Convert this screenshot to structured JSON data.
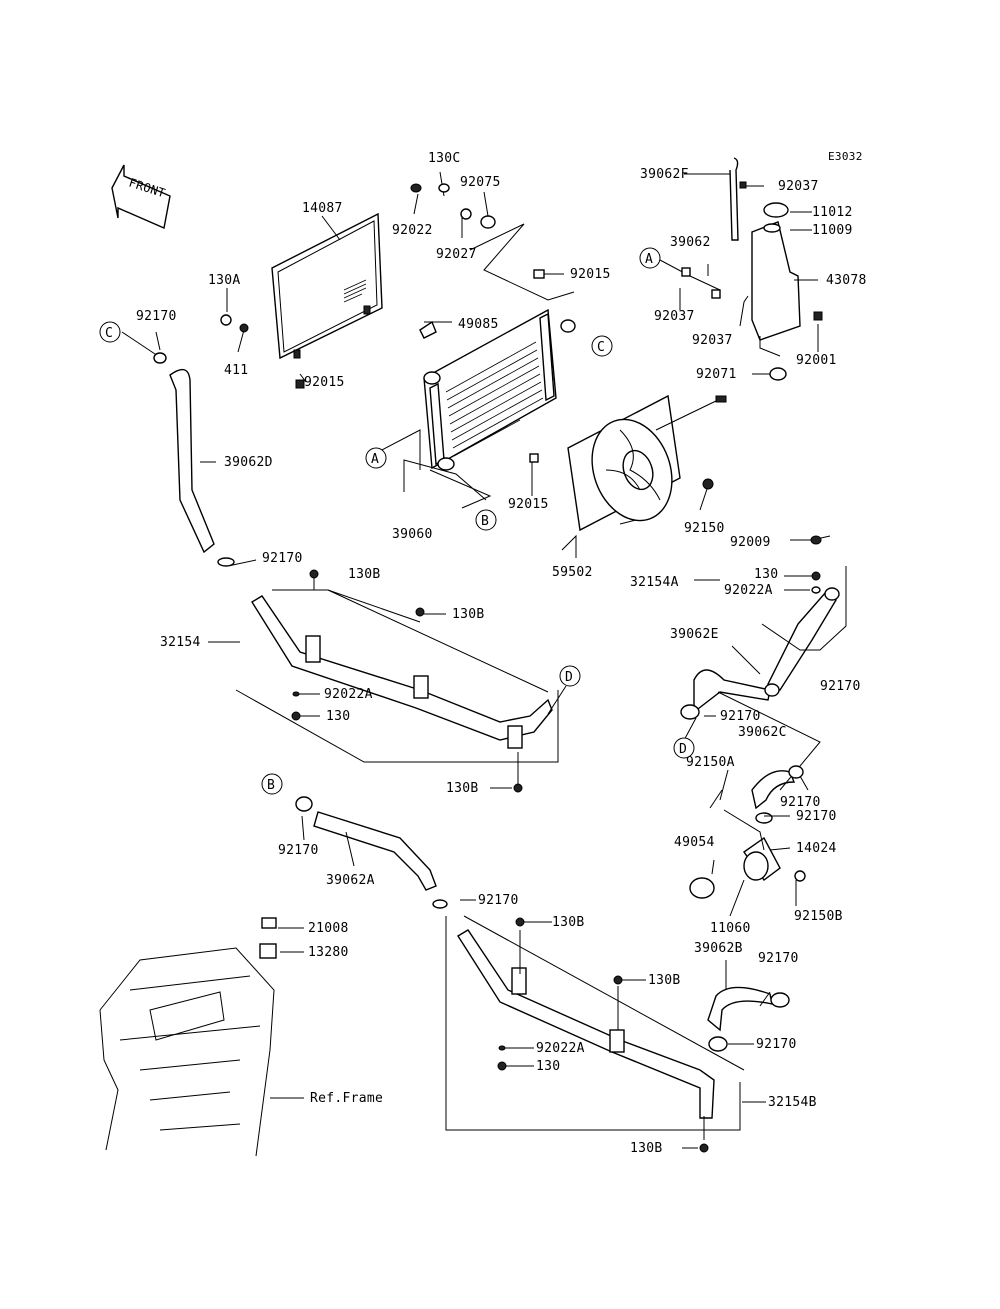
{
  "diagram_code": "E3032",
  "front_label": "FRONT",
  "ref_frame": "Ref.Frame",
  "callout_letters": {
    "A": "A",
    "B": "B",
    "C": "C",
    "D": "D"
  },
  "part_numbers": {
    "p130C": "130C",
    "p92075": "92075",
    "p14087": "14087",
    "p92022_top": "92022",
    "p92027": "92027",
    "p130A": "130A",
    "p92015_a": "92015",
    "p49085": "49085",
    "p92170_a": "92170",
    "p411": "411",
    "p92015_b": "92015",
    "p39062D": "39062D",
    "p92015_c": "92015",
    "p39060": "39060",
    "p59502": "59502",
    "p39062F": "39062F",
    "p92037_a": "92037",
    "p11012": "11012",
    "p11009": "11009",
    "p39062": "39062",
    "p43078": "43078",
    "p92037_b": "92037",
    "p92037_c": "92037",
    "p92001": "92001",
    "p92071": "92071",
    "p92150": "92150",
    "p92009": "92009",
    "p92170_b": "92170",
    "p130B_a": "130B",
    "p130B_b": "130B",
    "p32154": "32154",
    "p92022A_a": "92022A",
    "p130_a": "130",
    "p130B_c": "130B",
    "p130_b": "130",
    "p32154A": "32154A",
    "p92022A_b": "92022A",
    "p39062E": "39062E",
    "p92170_c": "92170",
    "p92170_d": "92170",
    "p39062C": "39062C",
    "p92150A": "92150A",
    "p92170_e": "92170",
    "p92170_f": "92170",
    "p14024": "14024",
    "p49054": "49054",
    "p11060": "11060",
    "p92150B": "92150B",
    "p92170_g": "92170",
    "p39062A": "39062A",
    "p92170_h": "92170",
    "p130B_d": "130B",
    "p21008": "21008",
    "p13280": "13280",
    "p130B_e": "130B",
    "p39062B": "39062B",
    "p92170_i": "92170",
    "p92022A_c": "92022A",
    "p92170_j": "92170",
    "p130_c": "130",
    "p32154B": "32154B",
    "p130B_f": "130B"
  }
}
